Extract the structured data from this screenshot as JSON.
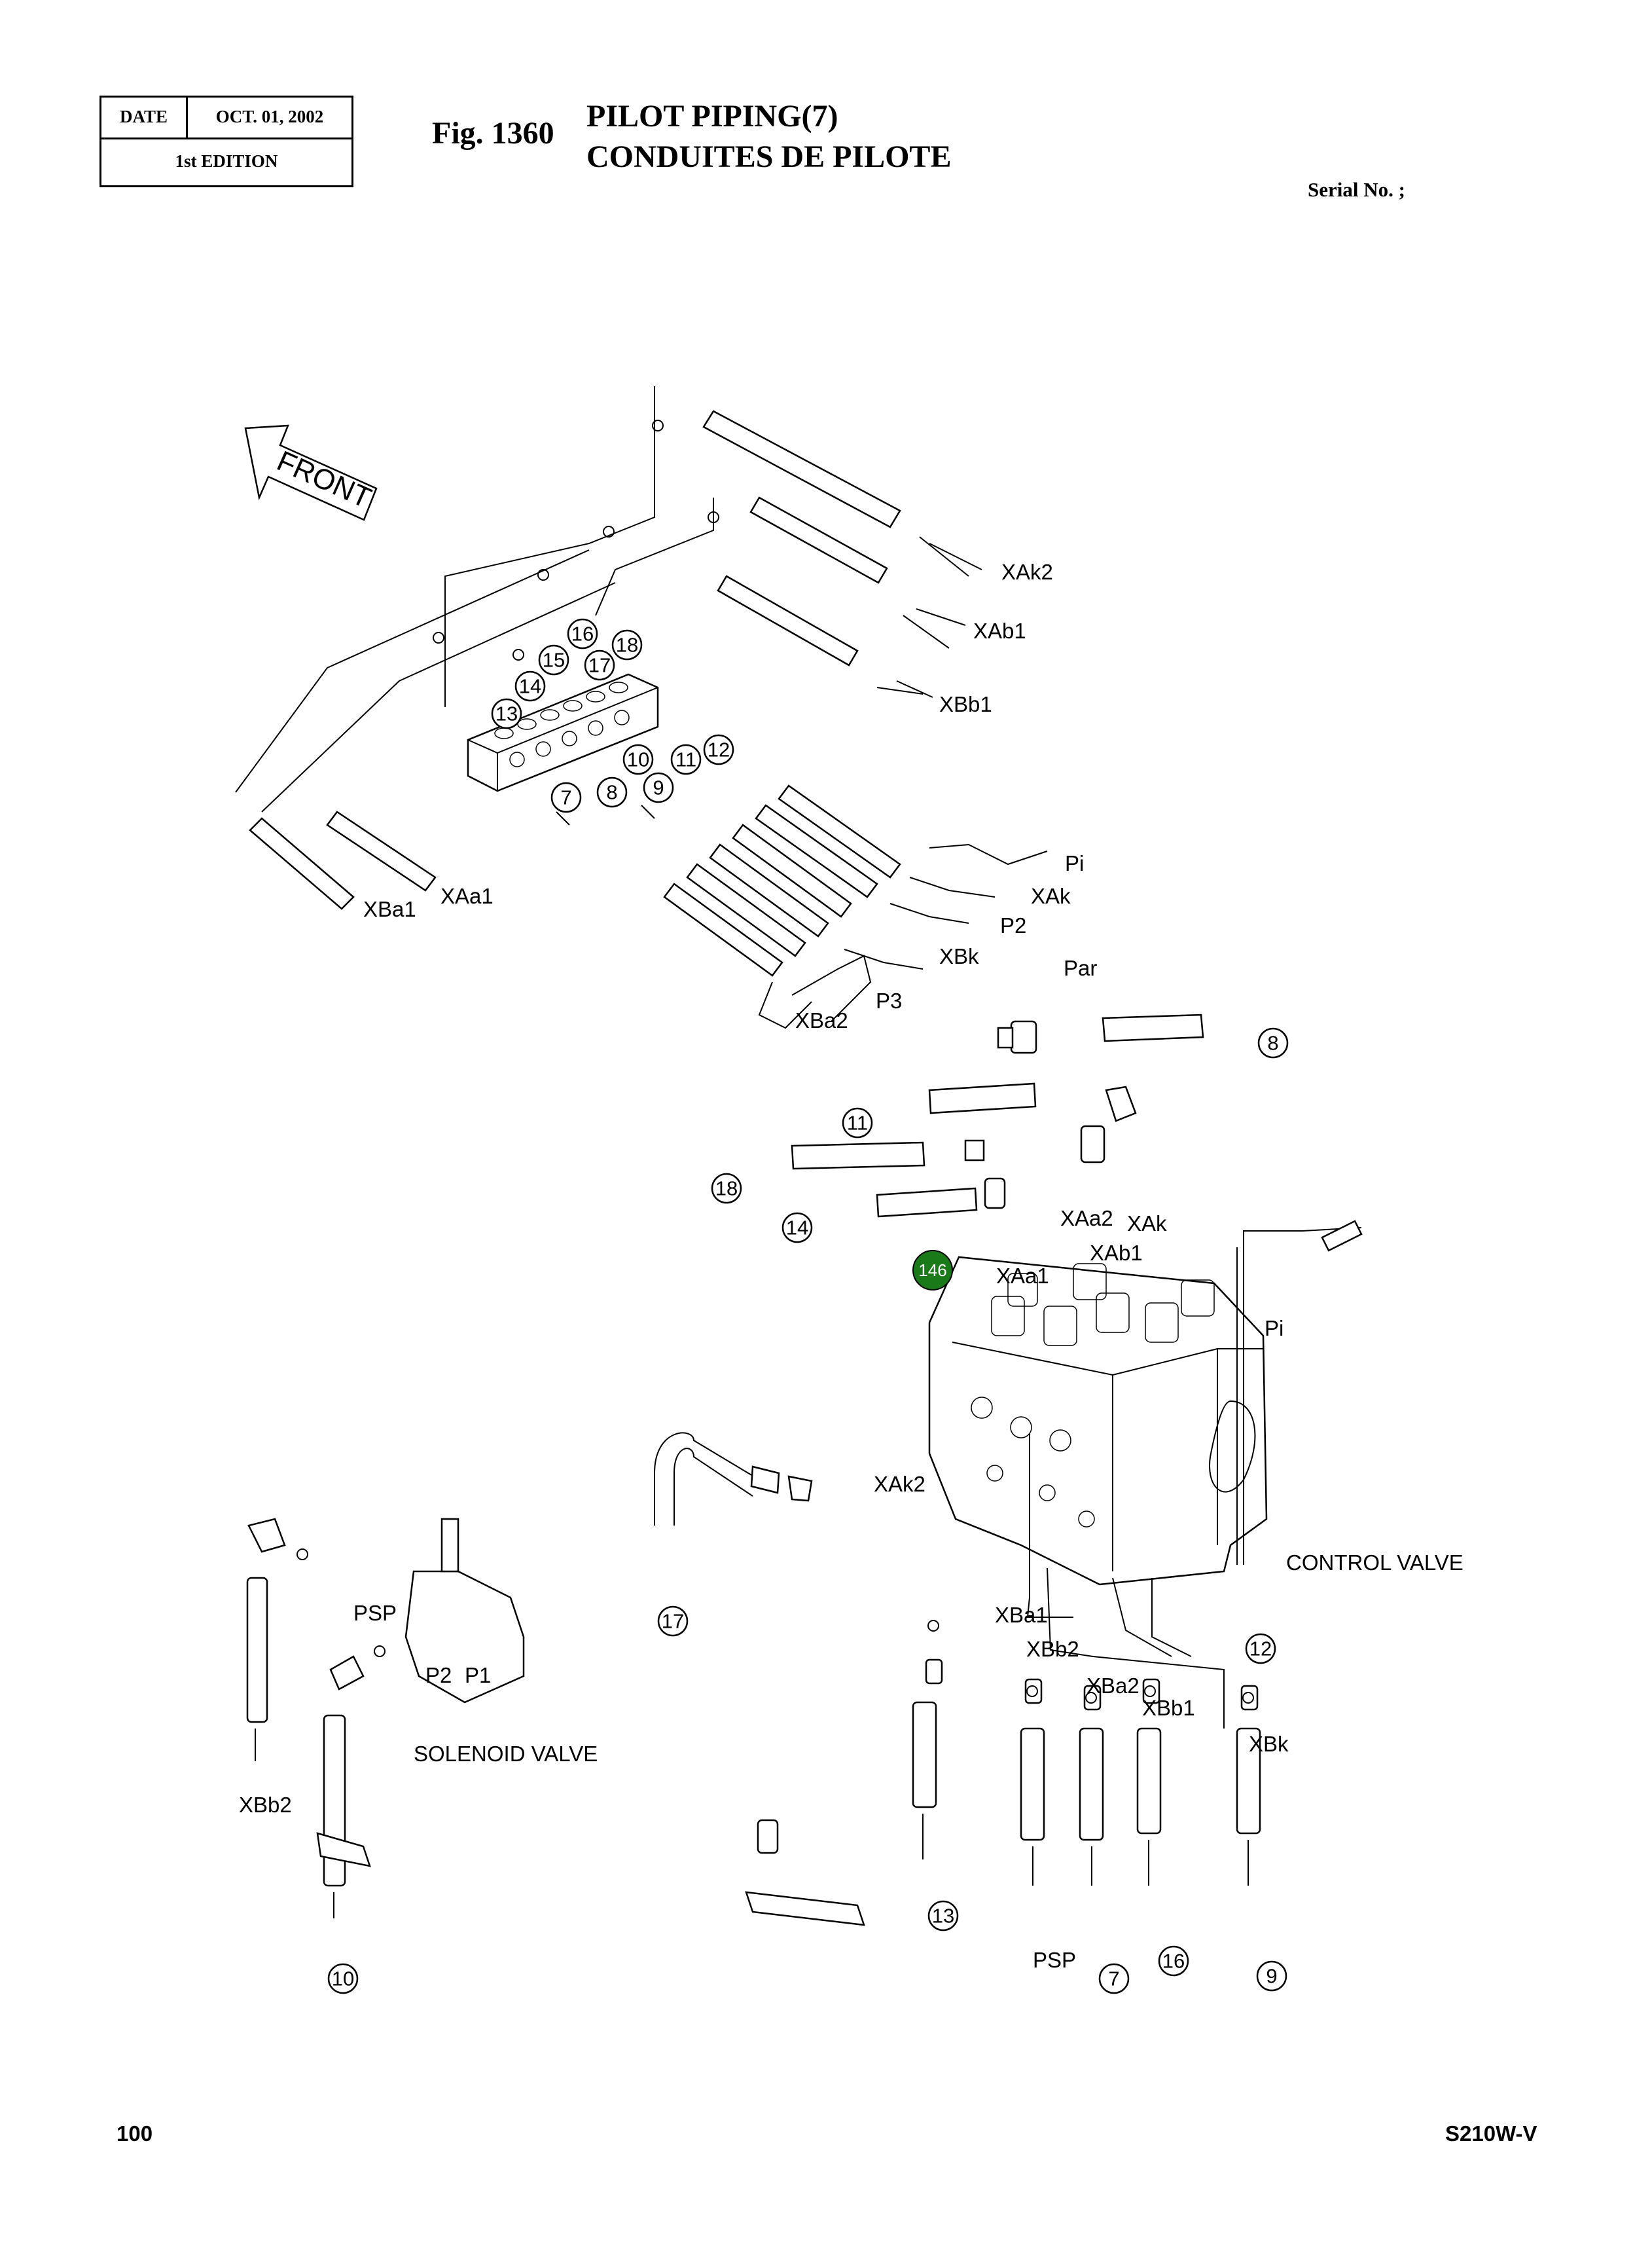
{
  "header": {
    "date_label": "DATE",
    "date_value": "OCT. 01, 2002",
    "edition": "1st EDITION",
    "fig_number": "Fig. 1360",
    "title_en": "PILOT PIPING(7)",
    "title_fr": "CONDUITES DE PILOTE",
    "serial": "Serial No. ;"
  },
  "footer": {
    "page": "100",
    "model": "S210W-V"
  },
  "diagram": {
    "front_label": "FRONT",
    "upper_ports": [
      "XAk2",
      "XAb1",
      "XBb1",
      "Pi",
      "XAk",
      "P2",
      "XBk",
      "P3",
      "XBa2",
      "XBa1",
      "XAa1"
    ],
    "block_items": [
      "16",
      "18",
      "15",
      "17",
      "14",
      "13",
      "10",
      "11",
      "12",
      "7",
      "8",
      "9"
    ],
    "valve_labels": [
      "Par",
      "XAa2",
      "XAk",
      "XAb1",
      "XAa1",
      "Pi",
      "XAk2",
      "XBa1",
      "XBb2",
      "XBa2",
      "XBb1",
      "XBk",
      "PSP",
      "P2",
      "P1",
      "XBb2",
      "PSP"
    ],
    "valve_refs": [
      "8",
      "11",
      "18",
      "14",
      "17",
      "12",
      "10",
      "13",
      "7",
      "16",
      "9"
    ],
    "highlight_ref": "146",
    "control_valve": "CONTROL VALVE",
    "solenoid_valve": "SOLENOID VALVE"
  },
  "colors": {
    "highlight": "#1a7a1a"
  }
}
